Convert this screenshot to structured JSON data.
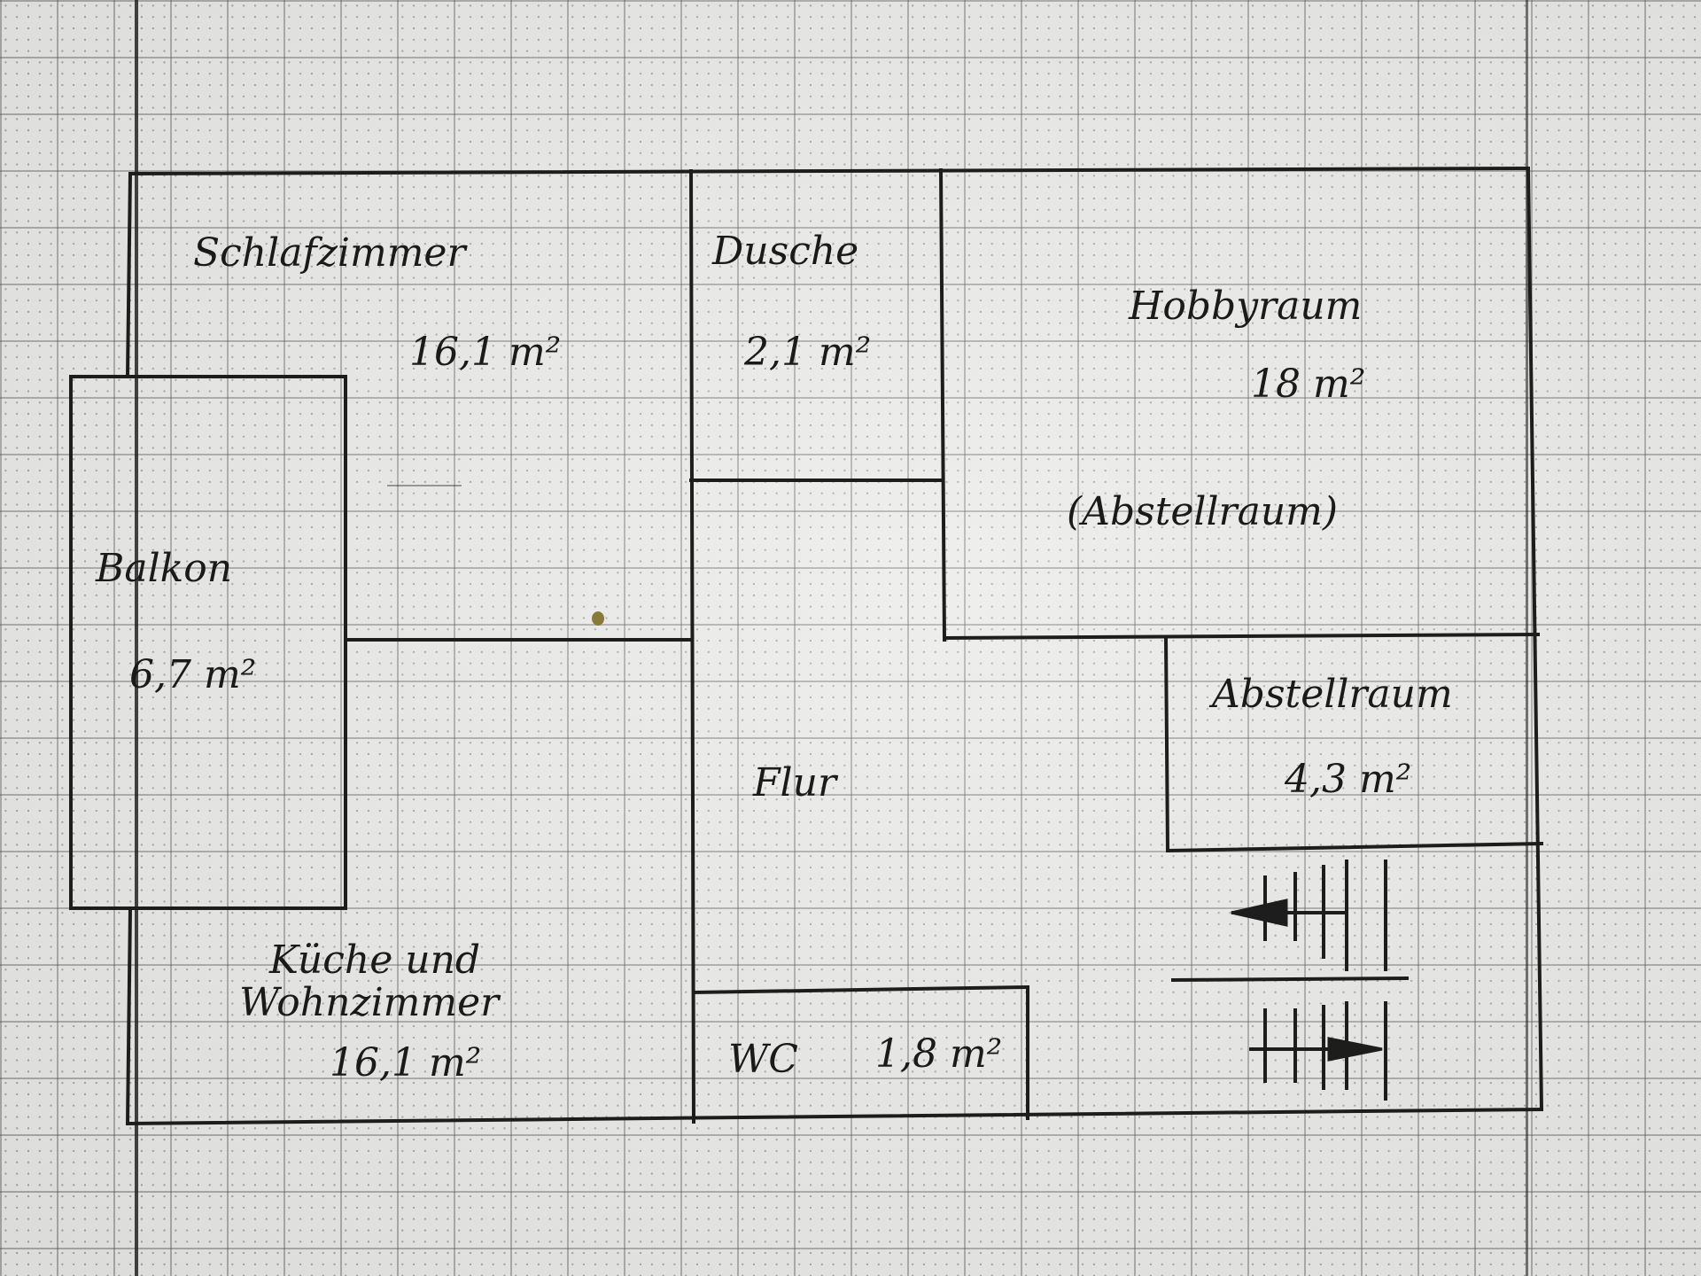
{
  "floorplan": {
    "rooms": {
      "schlafzimmer": {
        "name": "Schlafzimmer",
        "area": "16,1 m²"
      },
      "dusche": {
        "name": "Dusche",
        "area": "2,1 m²"
      },
      "hobbyraum": {
        "name": "Hobbyraum",
        "area": "18 m²",
        "note": "(Abstellraum)"
      },
      "balkon": {
        "name": "Balkon",
        "area": "6,7 m²"
      },
      "flur": {
        "name": "Flur"
      },
      "abstellraum": {
        "name": "Abstellraum",
        "area": "4,3 m²"
      },
      "kueche": {
        "name_line1": "Küche und",
        "name_line2": "Wohnzimmer",
        "area": "16,1 m²"
      },
      "wc": {
        "name": "WC",
        "area": "1,8 m²"
      }
    },
    "line_color": "#1d1d1d",
    "paper_color": "#e9e9e7"
  }
}
